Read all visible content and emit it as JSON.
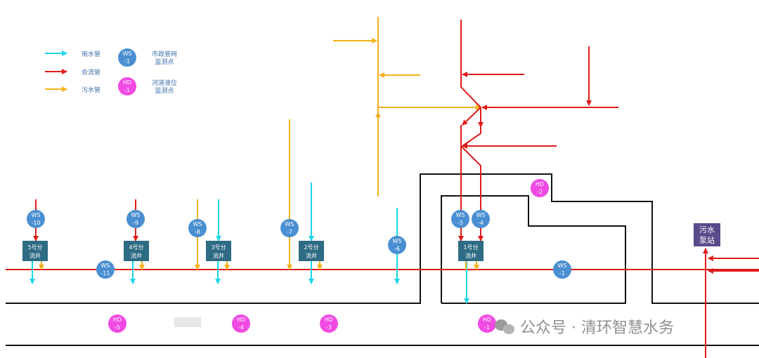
{
  "legend": {
    "rain_pipe": "雨水管",
    "combined_pipe": "合流管",
    "sewage_pipe": "污水管",
    "ws_symbol": [
      "WS",
      "-1"
    ],
    "ws_desc": [
      "市政管网",
      "监测点"
    ],
    "hd_symbol": [
      "HD",
      "-1"
    ],
    "hd_desc": [
      "河道液位",
      "监测点"
    ]
  },
  "colors": {
    "rain": "#19d6e6",
    "combined": "#e01b1b",
    "sewage": "#f3b21b",
    "ws_node": "#4a8fd1",
    "hd_node": "#f04ae3",
    "well": "#2e6b84",
    "pump": "#5b4a8a",
    "wall": "#111111"
  },
  "wells": [
    {
      "line1": "5号分",
      "line2": "流井"
    },
    {
      "line1": "4号分",
      "line2": "流井"
    },
    {
      "line1": "3号分",
      "line2": "流井"
    },
    {
      "line1": "2号分",
      "line2": "流井"
    },
    {
      "line1": "1号分",
      "line2": "流井"
    }
  ],
  "ws_nodes": [
    {
      "line1": "WS",
      "line2": "-10"
    },
    {
      "line1": "WS",
      "line2": "-9"
    },
    {
      "line1": "WS",
      "line2": "-8"
    },
    {
      "line1": "WS",
      "line2": "-7"
    },
    {
      "line1": "WS",
      "line2": "-6"
    },
    {
      "line1": "WS",
      "line2": "-5"
    },
    {
      "line1": "WS",
      "line2": "-4"
    },
    {
      "line1": "WS",
      "line2": "-11"
    },
    {
      "line1": "WS",
      "line2": "-1"
    }
  ],
  "hd_nodes": [
    {
      "line1": "HD",
      "line2": "-2"
    },
    {
      "line1": "HD",
      "line2": "-5"
    },
    {
      "line1": "HD",
      "line2": "-4"
    },
    {
      "line1": "HD",
      "line2": "-3"
    },
    {
      "line1": "HD",
      "line2": "-1"
    }
  ],
  "pump_station": {
    "line1": "污水",
    "line2": "泵站"
  },
  "watermark": "公众号 · 清环智慧水务"
}
